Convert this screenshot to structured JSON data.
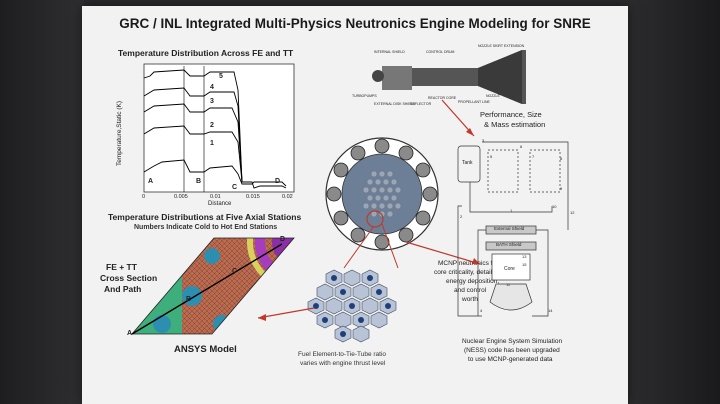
{
  "title": "GRC / INL Integrated Multi-Physics Neutronics Engine Modeling for SNRE",
  "temp_plot": {
    "title": "Temperature Distribution Across FE and TT",
    "ylabel": "Temperature,Static (K)",
    "xlabel": "Distance",
    "x_ticks": [
      "0",
      "0.005",
      "0.01",
      "0.015",
      "0.02"
    ],
    "curve_numbers": [
      "5",
      "4",
      "3",
      "2",
      "1"
    ],
    "region_labels": [
      "A",
      "B",
      "C",
      "D"
    ]
  },
  "axial": {
    "title": "Temperature Distributions at Five Axial Stations",
    "subtitle": "Numbers Indicate Cold to Hot End Stations"
  },
  "fe_tt": {
    "label_line1": "FE + TT",
    "label_line2": "Cross Section",
    "label_line3": "And Path",
    "points": [
      "A",
      "B",
      "C",
      "D"
    ],
    "model_label": "ANSYS Model"
  },
  "engine": {
    "labels": [
      "INTERNAL SHIELD",
      "CONTROL DRUM",
      "NOZZLE SKIRT EXTENSION",
      "TURBOPUMPS",
      "EXTERNAL DISK SHIELD",
      "REFLECTOR",
      "REACTOR CORE",
      "PROPELLANT LINE",
      "NOZZLE"
    ]
  },
  "performance": {
    "line1": "Performance, Size",
    "line2": "& Mass estimation"
  },
  "mcnp": {
    "line1": "MCNP neutronics for",
    "line2": "core criticality, detailed",
    "line3": "energy deposition,",
    "line4": "and control",
    "line5": "worth"
  },
  "fuel": {
    "line1": "Fuel Element-to-Tie-Tube ratio",
    "line2": "varies with engine thrust level"
  },
  "ness": {
    "line1": "Nuclear Engine System Simulation",
    "line2": "(NESS) code has been upgraded",
    "line3": "to use MCNP-generated data",
    "tank": "Tank",
    "external_shield": "External Shield",
    "bath_shield": "BATH Shield",
    "core": "Core",
    "node_numbers": [
      "1",
      "2",
      "3",
      "4",
      "5",
      "6",
      "7",
      "8",
      "9",
      "10",
      "11",
      "12",
      "13",
      "14",
      "15"
    ]
  },
  "colors": {
    "curve": "#000000",
    "arrow": "#c0392b",
    "core": "#6d7f96",
    "drum": "#8a8a8a"
  }
}
